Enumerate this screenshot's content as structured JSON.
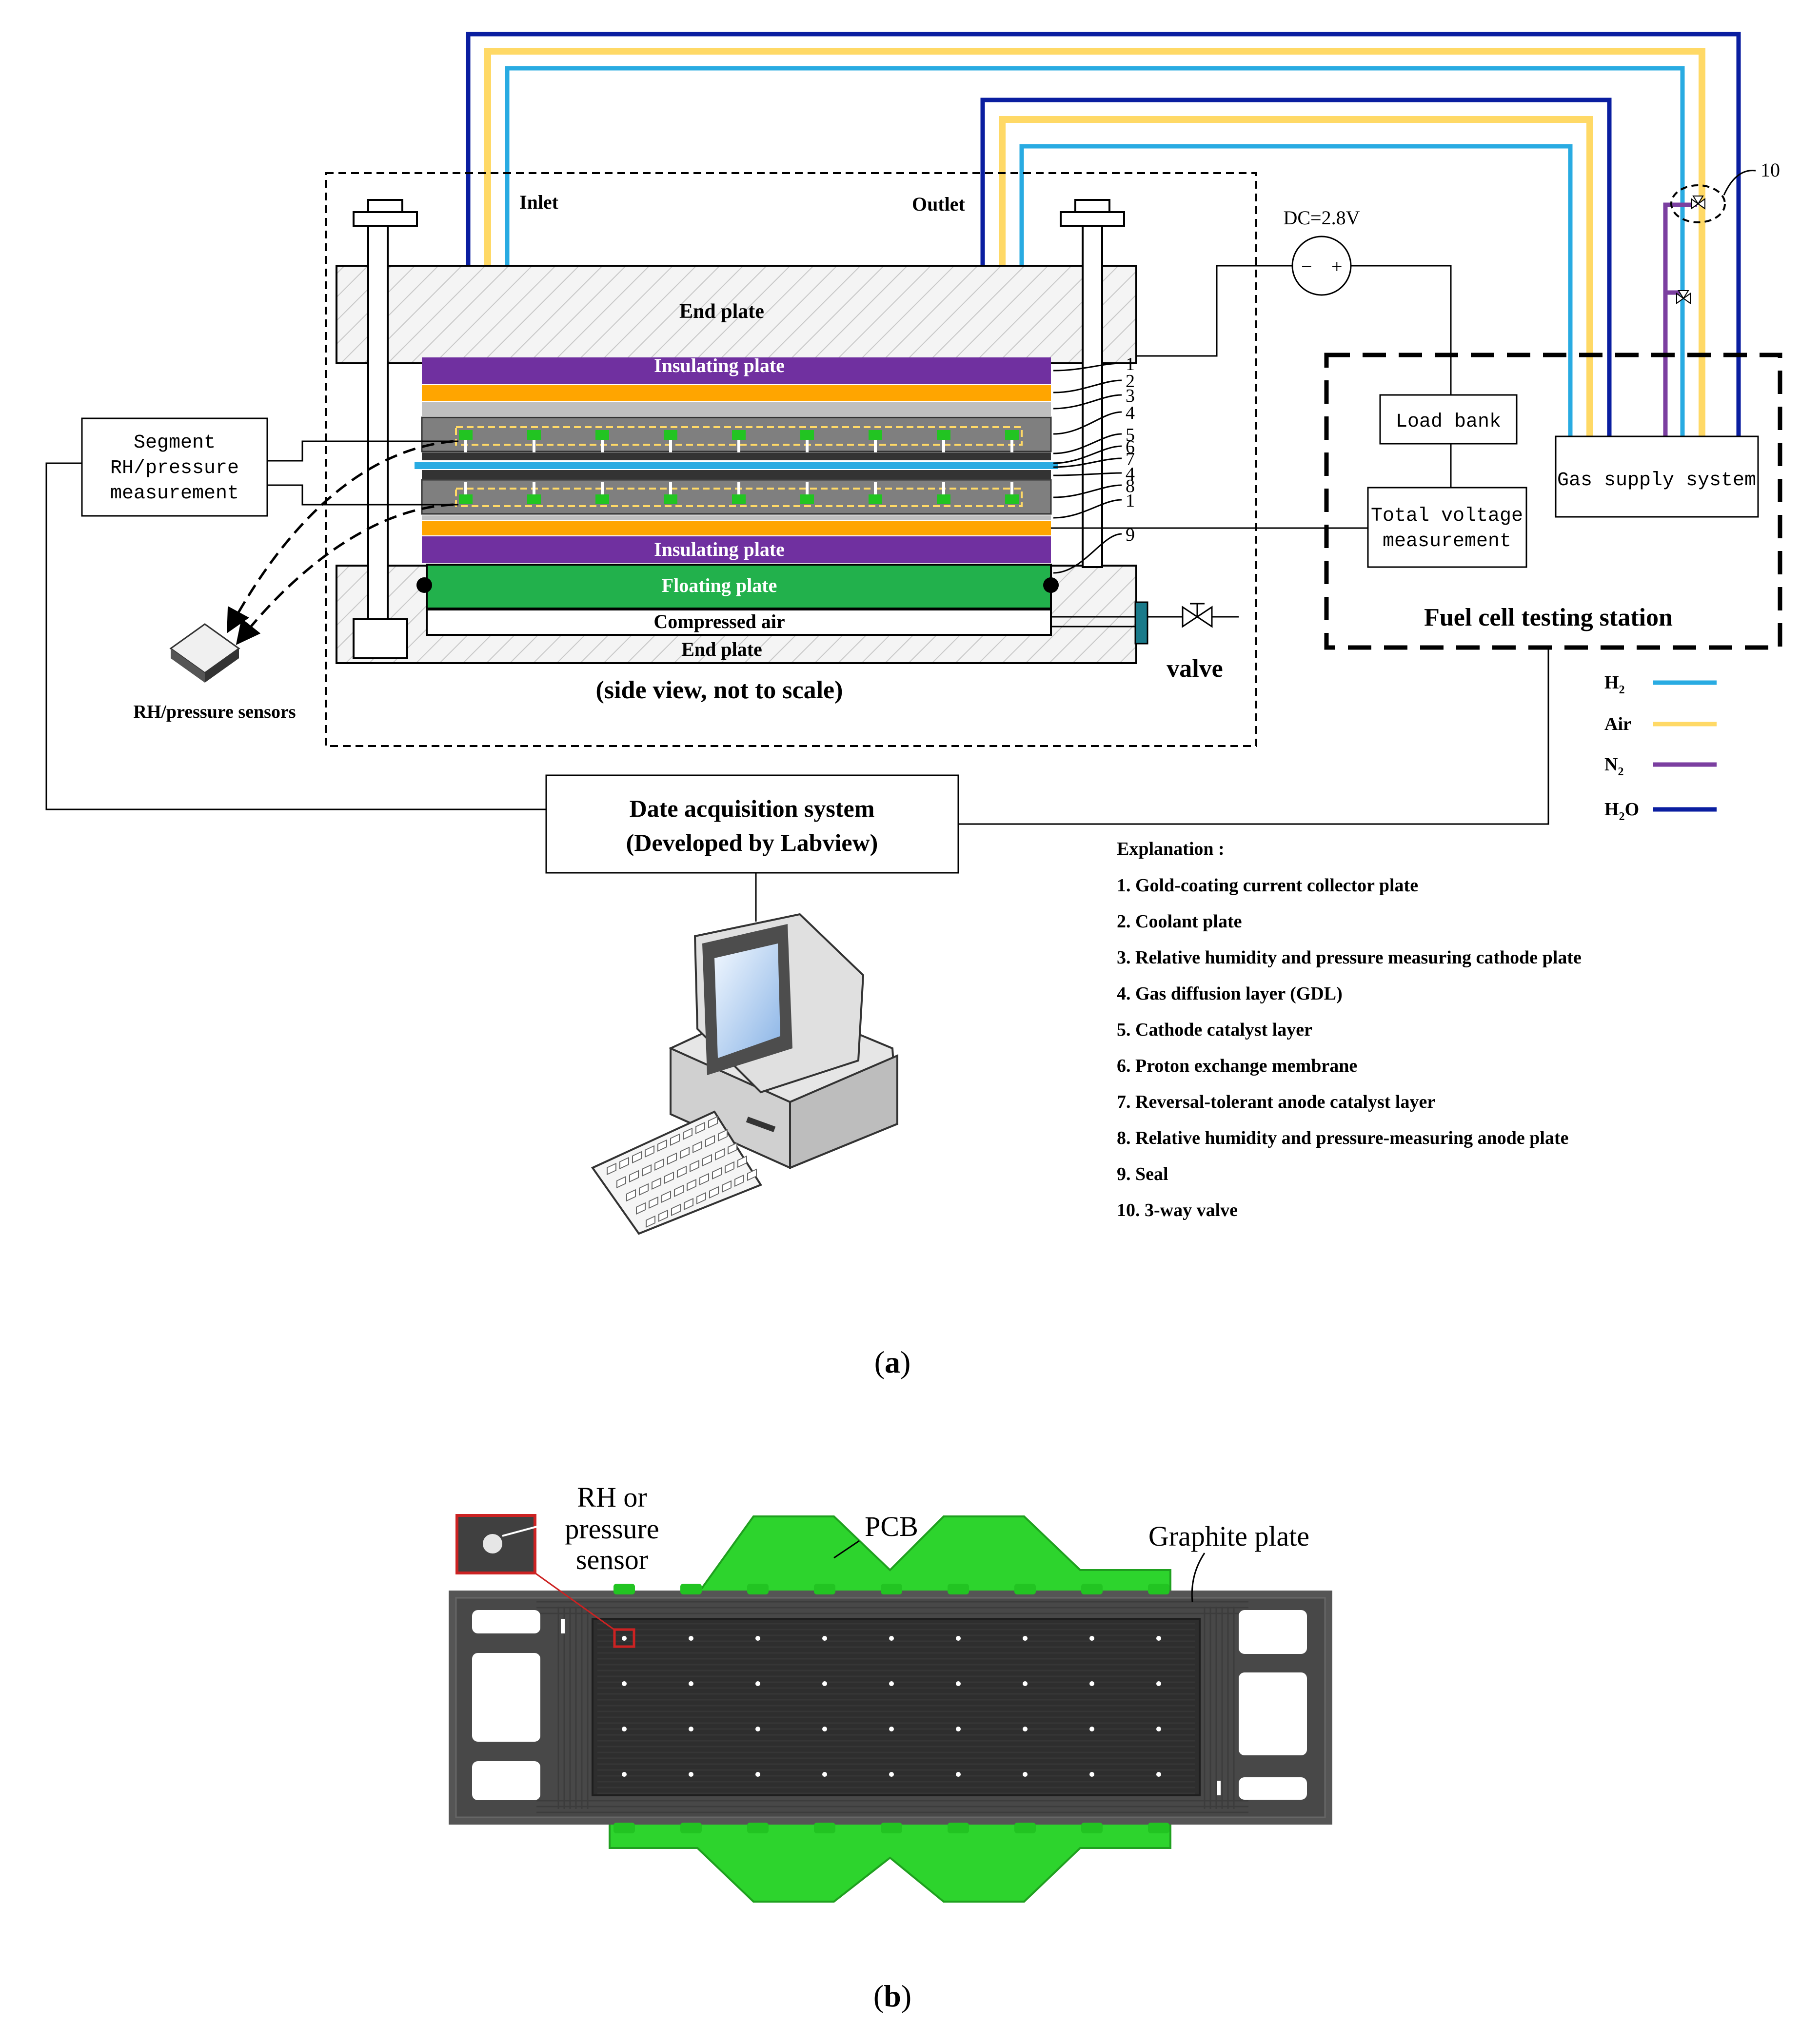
{
  "figure_a": {
    "end_plate_top": "End plate",
    "end_plate_bottom": "End plate",
    "insulating_plate_top": "Insulating plate",
    "insulating_plate_bottom": "Insulating plate",
    "floating_plate": "Floating plate",
    "compressed_air": "Compressed air",
    "inlet": "Inlet",
    "outlet": "Outlet",
    "dc_label": "DC=2.8V",
    "load_bank": "Load bank",
    "total_voltage": [
      "Total voltage",
      "measurement"
    ],
    "gas_supply": "Gas supply system",
    "testing_station": "Fuel cell testing station",
    "segment_box": [
      "Segment",
      "RH/pressure",
      "measurement"
    ],
    "sensors_label": "RH/pressure sensors",
    "side_view": "(side view, not to scale)",
    "valve": "valve",
    "daq": [
      "Date acquisition system",
      "(Developed by Labview)"
    ],
    "layer_numbers": [
      "1",
      "2",
      "3",
      "4",
      "5",
      "6",
      "7",
      "4",
      "8",
      "1",
      "9"
    ],
    "valve_number": "10",
    "legend": [
      {
        "label": "H",
        "sub": "2",
        "color": "#29abe2"
      },
      {
        "label": "Air",
        "sub": "",
        "color": "#ffd966"
      },
      {
        "label": "N",
        "sub": "2",
        "color": "#7b3fa0"
      },
      {
        "label": "H",
        "sub": "2",
        "tail": "O",
        "color": "#0a1ea0"
      }
    ],
    "explanation_title": "Explanation :",
    "explanation": [
      "1. Gold-coating current collector plate",
      "2. Coolant plate",
      "3. Relative humidity and pressure measuring cathode plate",
      "4. Gas diffusion layer (GDL)",
      "5. Cathode catalyst layer",
      "6. Proton exchange membrane",
      "7. Reversal-tolerant anode catalyst layer",
      "8. Relative humidity and pressure-measuring anode plate",
      "9. Seal",
      "10. 3-way valve"
    ],
    "caption_letter": "a"
  },
  "figure_b": {
    "sensor_label": [
      "RH or",
      "pressure",
      "sensor"
    ],
    "pcb": "PCB",
    "graphite": "Graphite plate",
    "caption_letter": "b"
  },
  "colors": {
    "h2": "#29abe2",
    "air": "#ffd966",
    "n2": "#7b3fa0",
    "h2o": "#0a1ea0",
    "insulating": "#7030a0",
    "orange": "#ffa500",
    "green": "#22b14c",
    "pcb_green": "#2dd42d",
    "graphite": "#3a3a3a"
  }
}
